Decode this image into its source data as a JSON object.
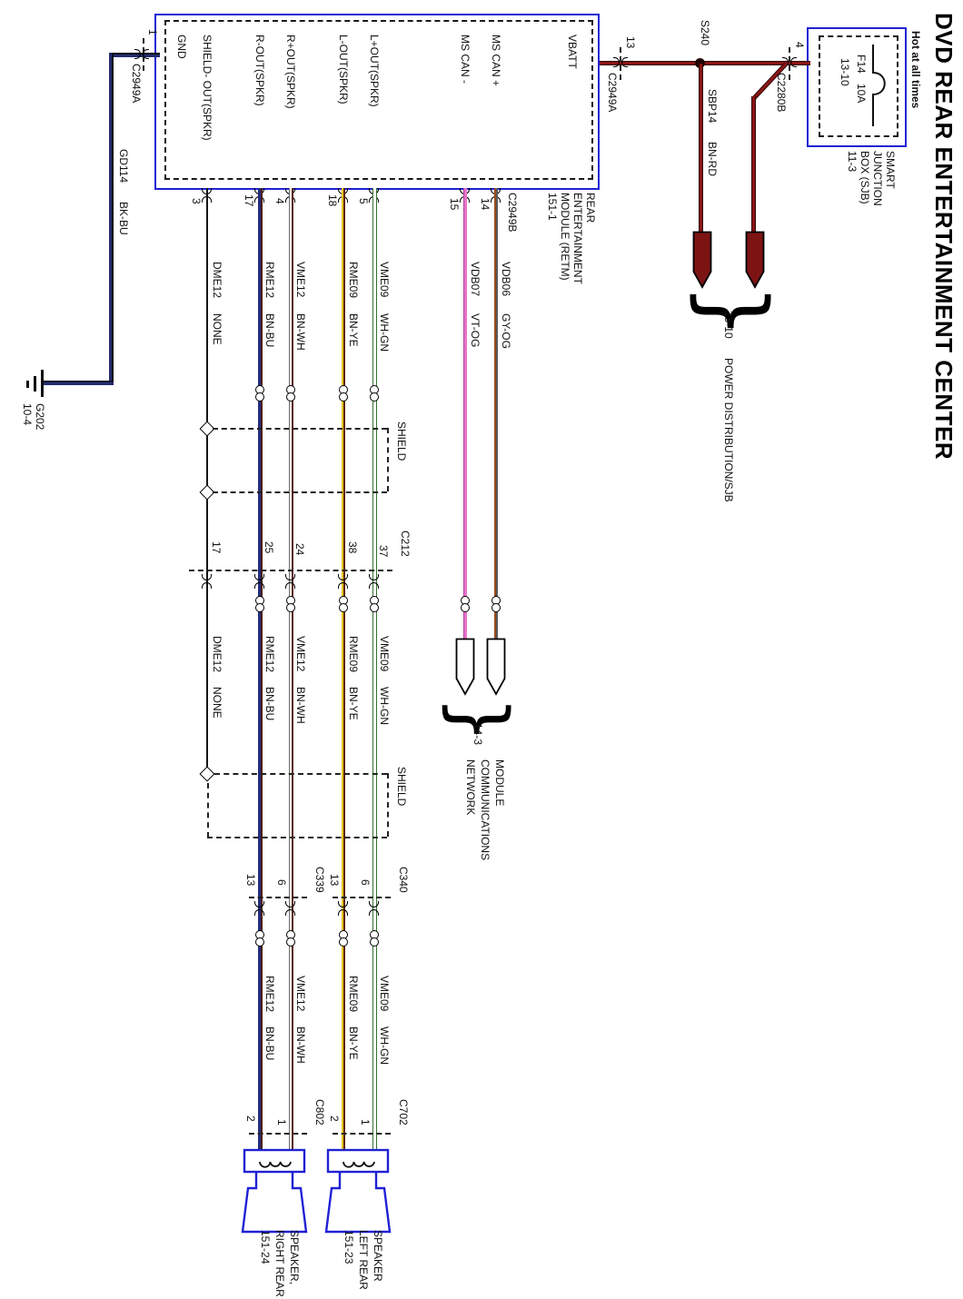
{
  "title": "DVD REAR ENTERTAINMENT CENTER",
  "icons": {
    "brace": "}"
  },
  "palette": {
    "box_blue": "#2021d4",
    "power_red": "#8c1414",
    "can_pink": "#e873cc",
    "ground_navy": "#232c6e"
  },
  "power": {
    "hot": "Hot at all times",
    "fuse_name": "F14",
    "fuse_rating": "10A",
    "fuse_page": "13-10",
    "sjb_l1": "SMART",
    "sjb_l2": "JUNCTION",
    "sjb_l3": "BOX (SJB)",
    "sjb_l4": "11-3",
    "pin_c2280b": "4",
    "c2280b": "C2280B",
    "splice": "S240",
    "wire_name": "SBP14",
    "wire_color": "BN-RD",
    "pin_c2949a": "13",
    "c2949a": "C2949A",
    "dest_page": "13-10",
    "dest_label": "POWER DISTRIBUTION/SJB"
  },
  "module": {
    "name_l1": "REAR",
    "name_l2": "ENTERTAINMENT",
    "name_l3": "MODULE (RETM)",
    "name_l4": "151-1",
    "pin_vbatt": "VBATT",
    "pin_can_p": "MS CAN +",
    "pin_can_m": "MS CAN -",
    "pin_lp": "L+OUT(SPKR)",
    "pin_lm": "L-OUT(SPKR)",
    "pin_rp": "R+OUT(SPKR)",
    "pin_rm": "R-OUT(SPKR)",
    "pin_shield": "SHIELD- OUT(SPKR)",
    "pin_gnd": "GND",
    "connector": "C2949B",
    "n14": "14",
    "n15": "15",
    "n5": "5",
    "n18": "18",
    "n4": "4",
    "n17": "17",
    "n3": "3"
  },
  "ground": {
    "pin": "1",
    "connector": "C2949A",
    "wire_name": "GD114",
    "wire_color": "BK-BU",
    "gid": "G202",
    "page": "10-4"
  },
  "can": {
    "plus_name": "VDB06",
    "plus_color": "GY-OG",
    "minus_name": "VDB07",
    "minus_color": "VT-OG",
    "dest_page": "14-3",
    "dest_l1": "MODULE",
    "dest_l2": "COMMUNICATIONS",
    "dest_l3": "NETWORK"
  },
  "wires": {
    "lp_name": "VME09",
    "lp_color": "WH-GN",
    "lm_name": "RME09",
    "lm_color": "BN-YE",
    "rp_name": "VME12",
    "rp_color": "BN-WH",
    "rm_name": "RME12",
    "rm_color": "BN-BU",
    "sh_name": "DME12",
    "sh_color": "NONE",
    "shield": "SHIELD"
  },
  "connectors": {
    "c212": "C212",
    "c212_p37": "37",
    "c212_p38": "38",
    "c212_p24": "24",
    "c212_p25": "25",
    "c212_p17": "17",
    "c339": "C339",
    "c340": "C340",
    "p6": "6",
    "p13": "13",
    "c702": "C702",
    "c802": "C802",
    "p1": "1",
    "p2": "2"
  },
  "speakers": {
    "right_l1": "SPEAKER,",
    "right_l2": "RIGHT REAR",
    "right_l3": "151-24",
    "left_l1": "SPEAKER",
    "left_l2": "LEFT REAR",
    "left_l3": "151-23"
  }
}
